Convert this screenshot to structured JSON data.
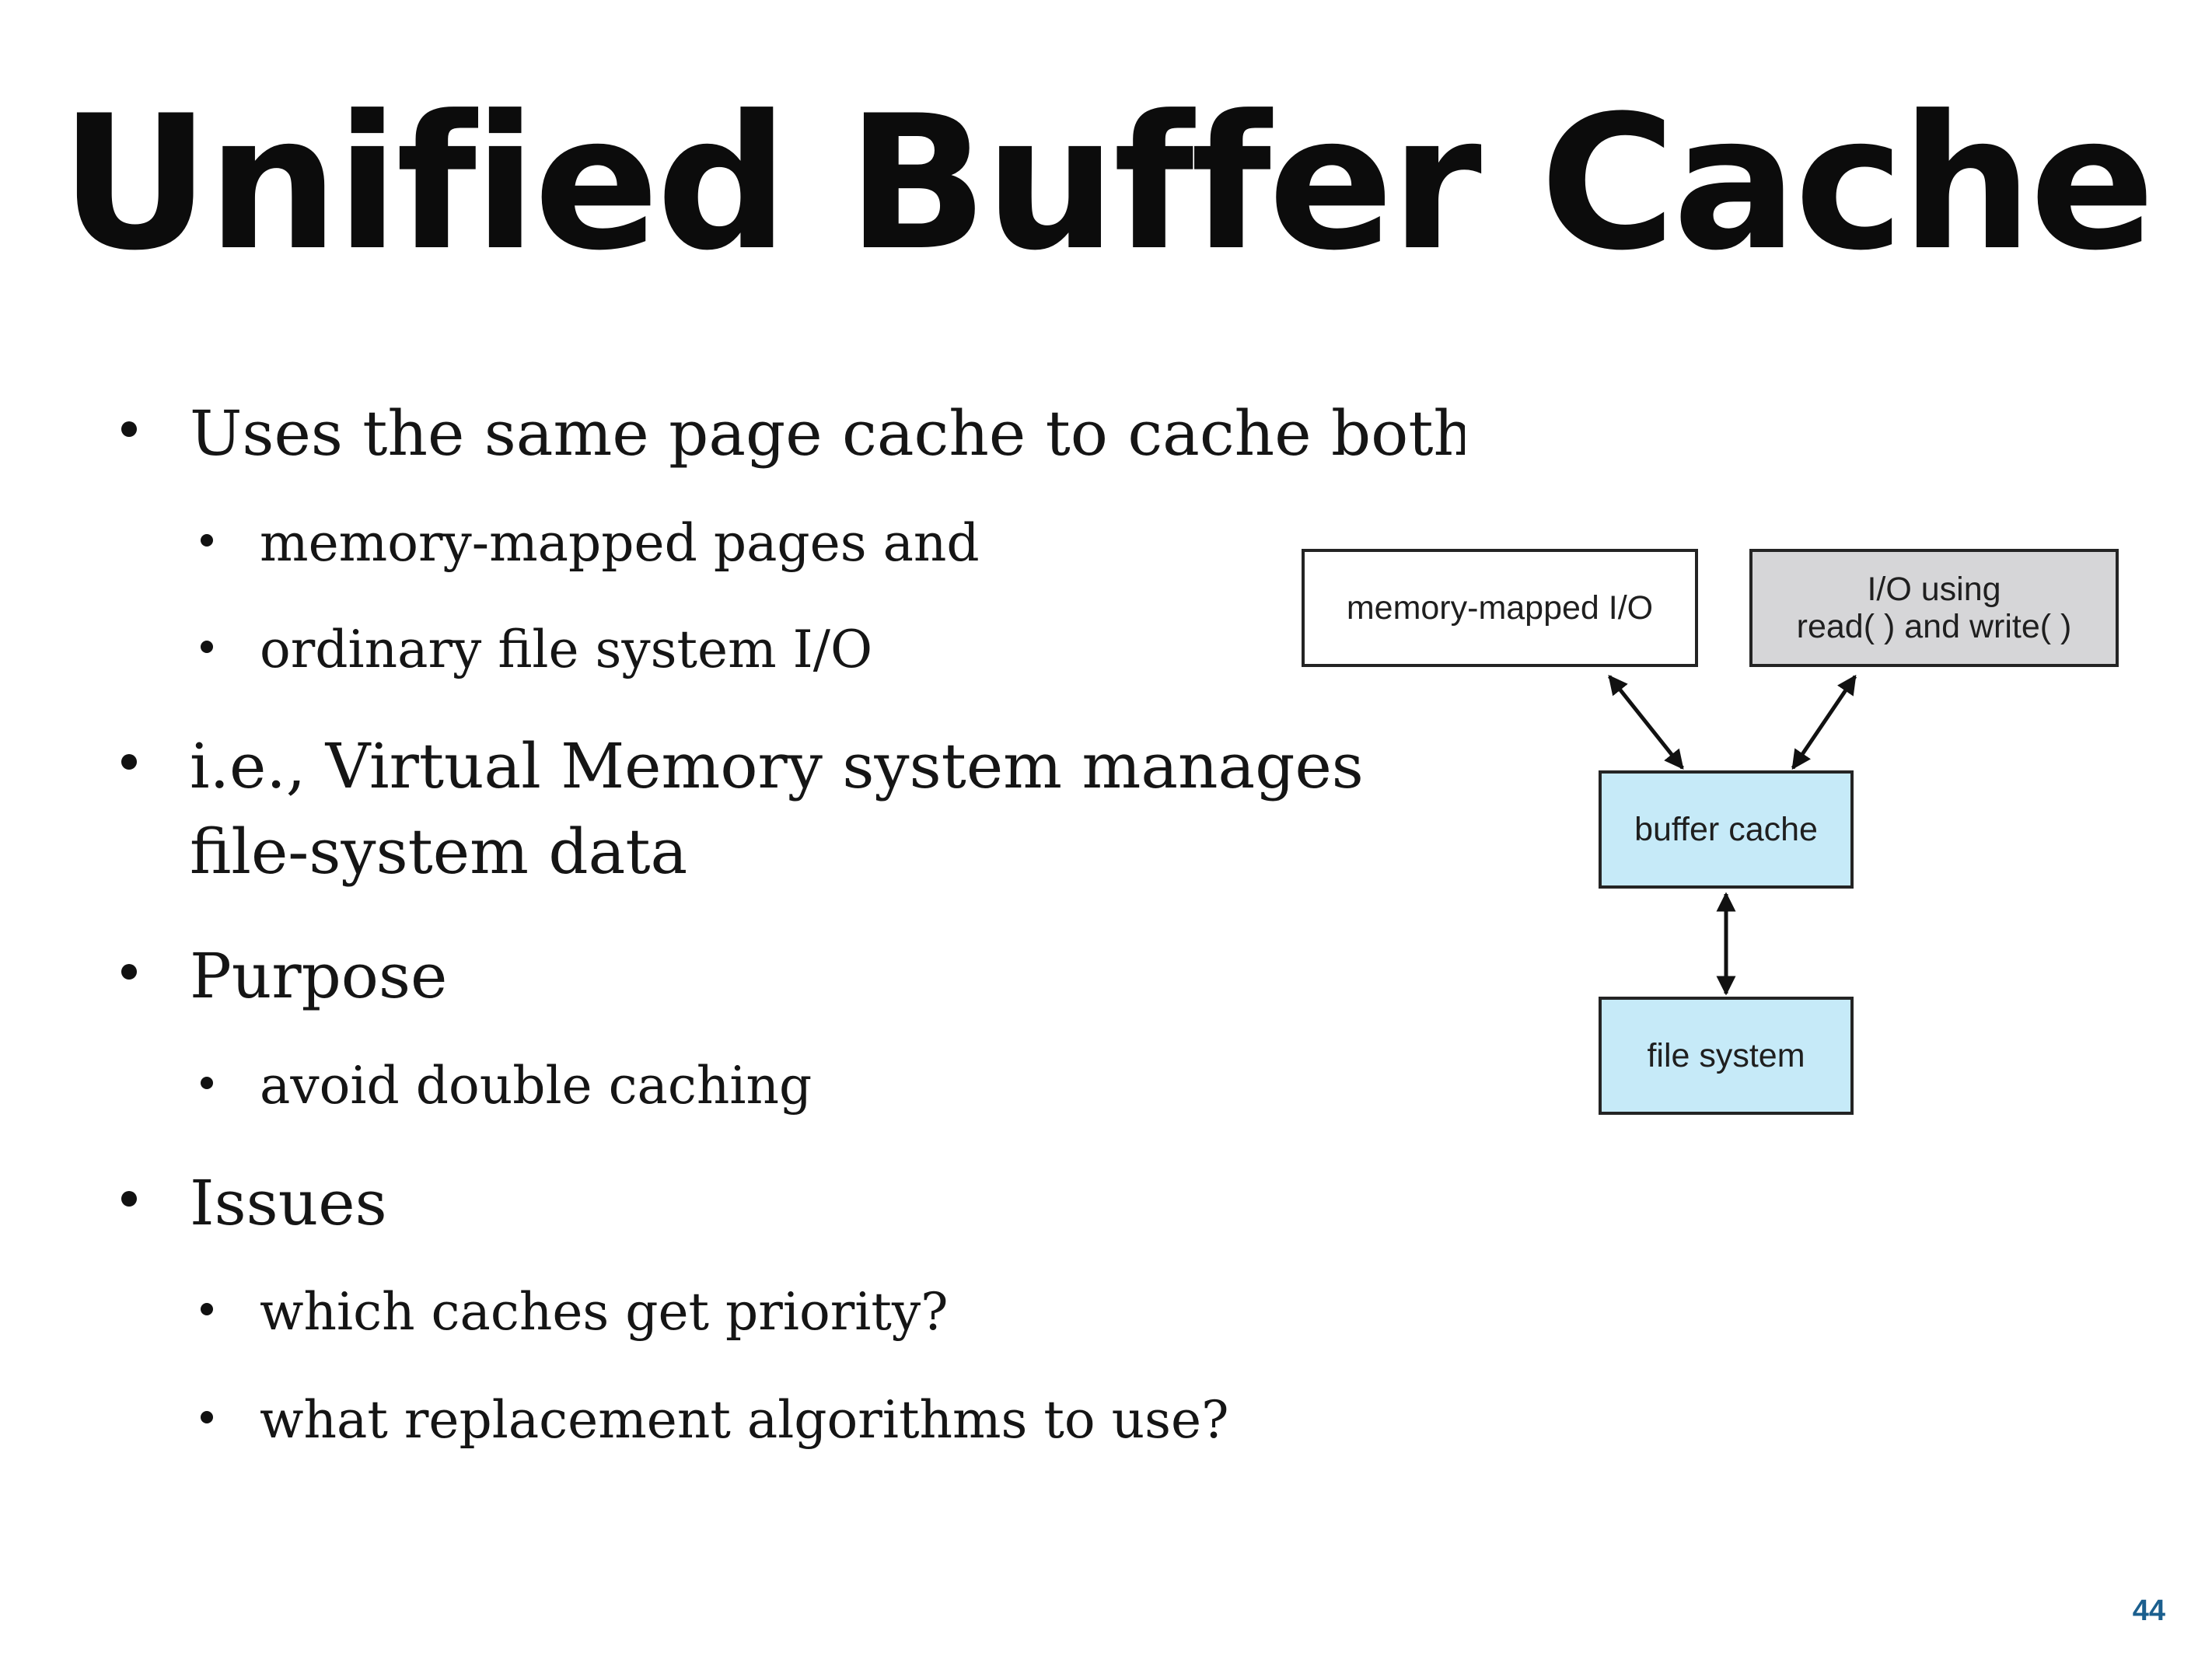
{
  "slide": {
    "title": "Unified Buffer Cache",
    "bullets": {
      "b1": {
        "text": "Uses the same page cache to cache both",
        "subs": {
          "s1": "memory-mapped pages and",
          "s2": "ordinary file system I/O"
        }
      },
      "b2": {
        "line1": "i.e., Virtual Memory system manages",
        "line2": "file-system data"
      },
      "b3": {
        "text": "Purpose",
        "subs": {
          "s1": "avoid double caching"
        }
      },
      "b4": {
        "text": "Issues",
        "subs": {
          "s1": "which caches get priority?",
          "s2": "what replacement algorithms to use?"
        }
      }
    },
    "diagram": {
      "mm_box": "memory-mapped I/O",
      "io_box_line1": "I/O using",
      "io_box_line2": "read( ) and write( )",
      "buffer_box": "buffer cache",
      "fs_box": "file system"
    },
    "page_number": "44"
  },
  "colors": {
    "title": "#0c0c0c",
    "text": "#151515",
    "io_box_fill": "#d6d6d8",
    "cache_box_fill": "#c6eaf8",
    "page_number": "#1b5f8e"
  }
}
